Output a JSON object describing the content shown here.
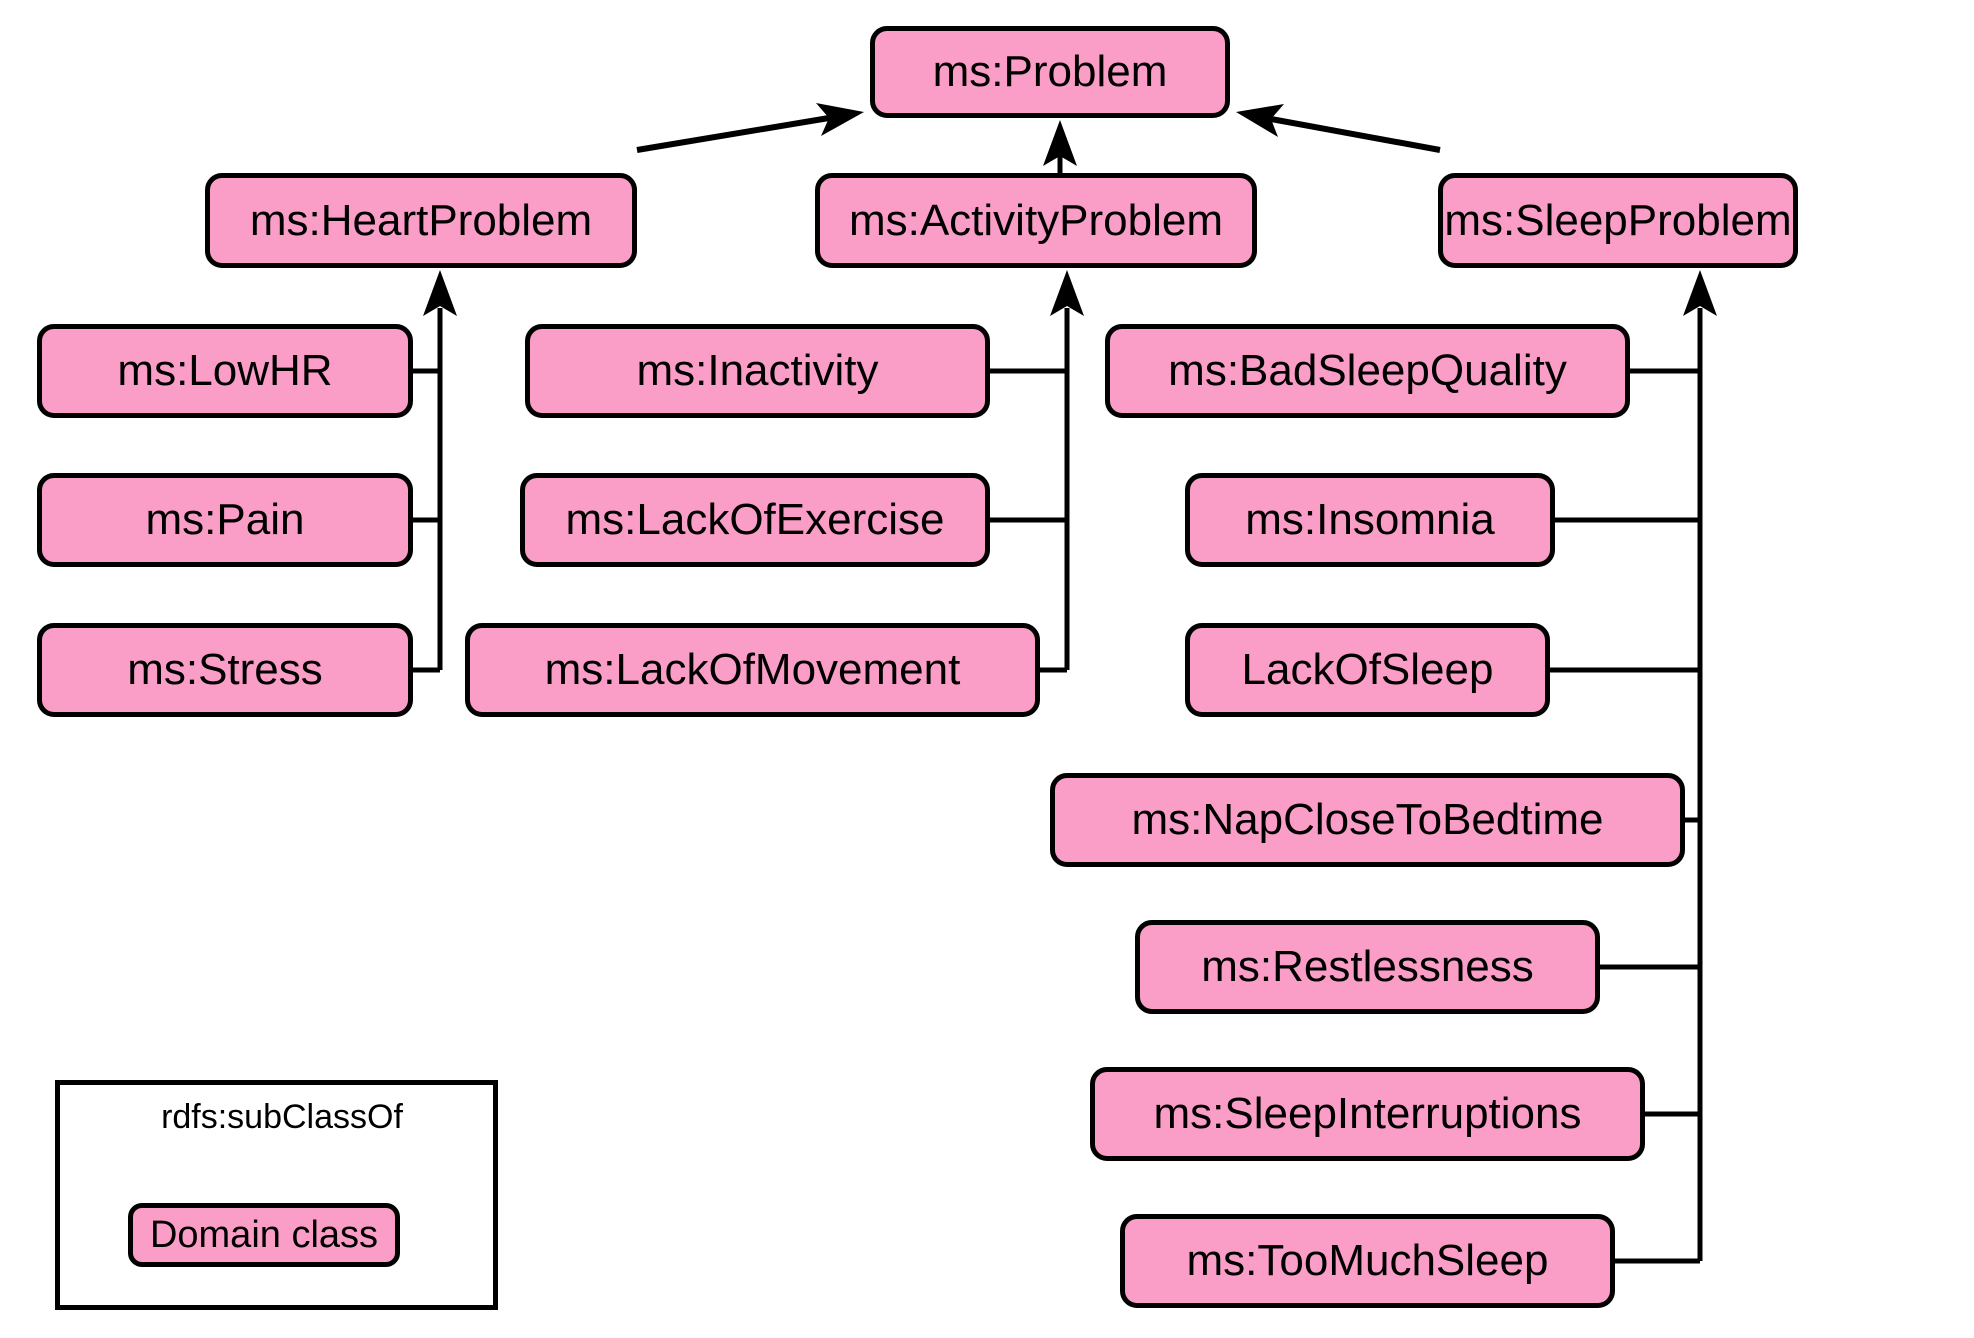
{
  "diagram": {
    "colors": {
      "node_fill": "#FA9DC7",
      "node_border": "#000000",
      "edge_color": "#000000",
      "background": "#FFFFFF"
    },
    "nodes": [
      {
        "id": "problem",
        "label": "ms:Problem"
      },
      {
        "id": "heart-problem",
        "label": "ms:HeartProblem"
      },
      {
        "id": "activity-problem",
        "label": "ms:ActivityProblem"
      },
      {
        "id": "sleep-problem",
        "label": "ms:SleepProblem"
      },
      {
        "id": "low-hr",
        "label": "ms:LowHR"
      },
      {
        "id": "pain",
        "label": "ms:Pain"
      },
      {
        "id": "stress",
        "label": "ms:Stress"
      },
      {
        "id": "inactivity",
        "label": "ms:Inactivity"
      },
      {
        "id": "lack-of-exercise",
        "label": "ms:LackOfExercise"
      },
      {
        "id": "lack-of-movement",
        "label": "ms:LackOfMovement"
      },
      {
        "id": "bad-sleep-quality",
        "label": "ms:BadSleepQuality"
      },
      {
        "id": "insomnia",
        "label": "ms:Insomnia"
      },
      {
        "id": "lack-of-sleep",
        "label": "LackOfSleep"
      },
      {
        "id": "nap-close-to-bedtime",
        "label": "ms:NapCloseToBedtime"
      },
      {
        "id": "restlessness",
        "label": "ms:Restlessness"
      },
      {
        "id": "sleep-interruptions",
        "label": "ms:SleepInterruptions"
      },
      {
        "id": "too-much-sleep",
        "label": "ms:TooMuchSleep"
      }
    ],
    "edges": [
      {
        "from": "heart-problem",
        "to": "problem",
        "relation": "rdfs:subClassOf"
      },
      {
        "from": "activity-problem",
        "to": "problem",
        "relation": "rdfs:subClassOf"
      },
      {
        "from": "sleep-problem",
        "to": "problem",
        "relation": "rdfs:subClassOf"
      },
      {
        "from": "low-hr",
        "to": "heart-problem",
        "relation": "rdfs:subClassOf"
      },
      {
        "from": "pain",
        "to": "heart-problem",
        "relation": "rdfs:subClassOf"
      },
      {
        "from": "stress",
        "to": "heart-problem",
        "relation": "rdfs:subClassOf"
      },
      {
        "from": "inactivity",
        "to": "activity-problem",
        "relation": "rdfs:subClassOf"
      },
      {
        "from": "lack-of-exercise",
        "to": "activity-problem",
        "relation": "rdfs:subClassOf"
      },
      {
        "from": "lack-of-movement",
        "to": "activity-problem",
        "relation": "rdfs:subClassOf"
      },
      {
        "from": "bad-sleep-quality",
        "to": "sleep-problem",
        "relation": "rdfs:subClassOf"
      },
      {
        "from": "insomnia",
        "to": "sleep-problem",
        "relation": "rdfs:subClassOf"
      },
      {
        "from": "lack-of-sleep",
        "to": "sleep-problem",
        "relation": "rdfs:subClassOf"
      },
      {
        "from": "nap-close-to-bedtime",
        "to": "sleep-problem",
        "relation": "rdfs:subClassOf"
      },
      {
        "from": "restlessness",
        "to": "sleep-problem",
        "relation": "rdfs:subClassOf"
      },
      {
        "from": "sleep-interruptions",
        "to": "sleep-problem",
        "relation": "rdfs:subClassOf"
      },
      {
        "from": "too-much-sleep",
        "to": "sleep-problem",
        "relation": "rdfs:subClassOf"
      }
    ],
    "legend": {
      "arrow_label": "rdfs:subClassOf",
      "node_label": "Domain class"
    }
  }
}
